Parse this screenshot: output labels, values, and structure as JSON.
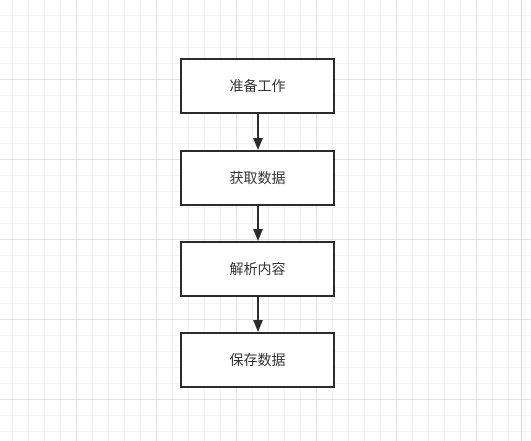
{
  "diagram": {
    "nodes": [
      {
        "id": "n1",
        "label": "准备工作"
      },
      {
        "id": "n2",
        "label": "获取数据"
      },
      {
        "id": "n3",
        "label": "解析内容"
      },
      {
        "id": "n4",
        "label": "保存数据"
      }
    ],
    "edges": [
      {
        "from": "n1",
        "to": "n2"
      },
      {
        "from": "n2",
        "to": "n3"
      },
      {
        "from": "n3",
        "to": "n4"
      }
    ],
    "colors": {
      "stroke": "#2b2b2b",
      "text": "#333333",
      "grid": "#e3e3e3"
    }
  }
}
